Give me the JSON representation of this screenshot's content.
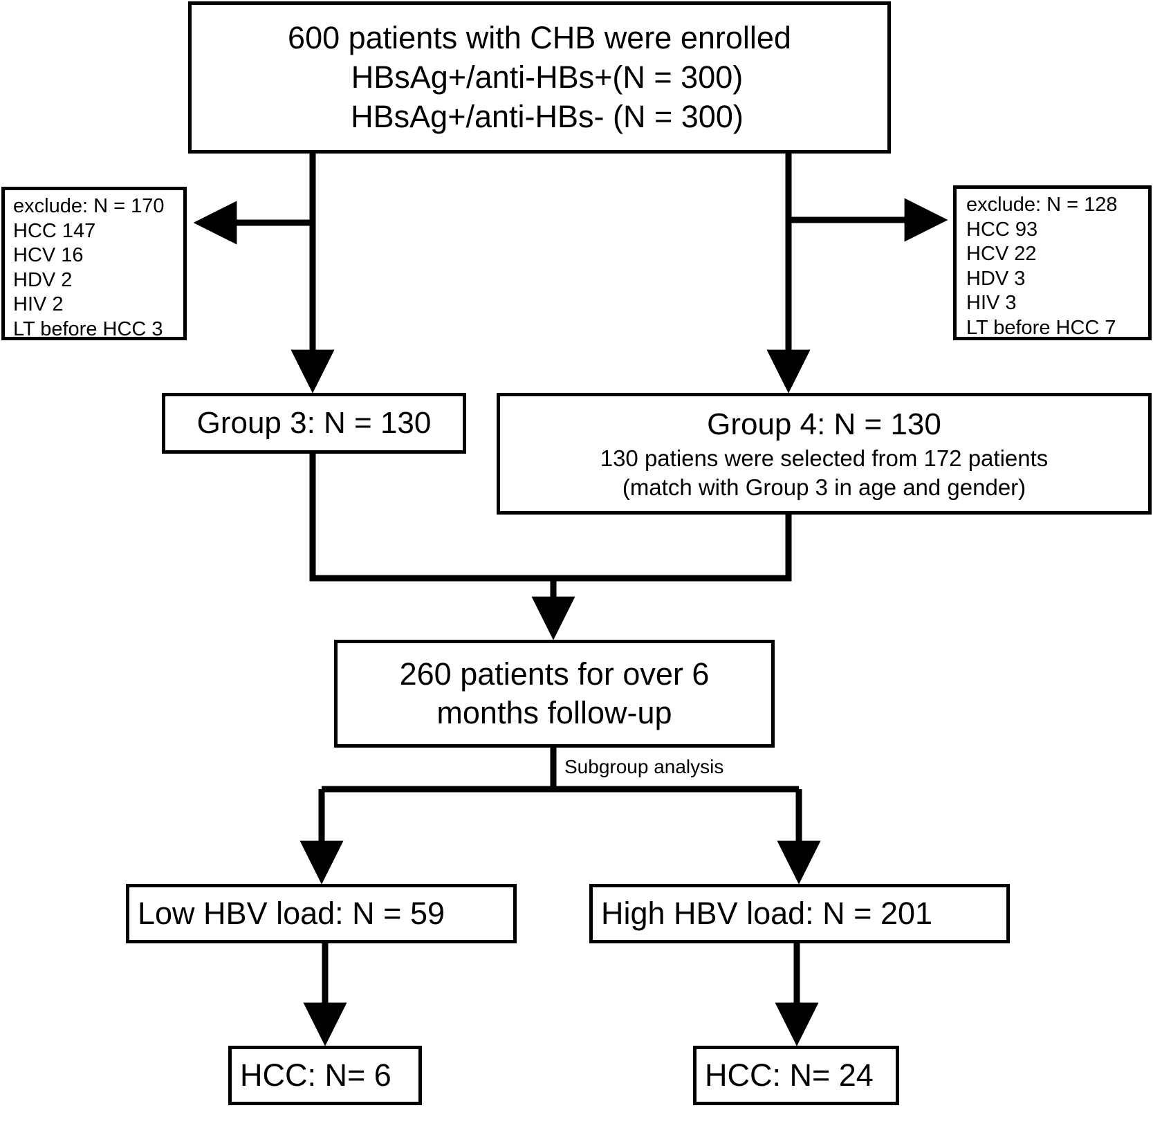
{
  "figure": {
    "type": "flowchart",
    "title": "CHB patient enrollment and subgroup analysis flow diagram"
  },
  "enrolled": {
    "line1": "600 patients with CHB were enrolled",
    "line2": "HBsAg+/anti-HBs+(N = 300)",
    "line3": "HBsAg+/anti-HBs- (N = 300)"
  },
  "exclude_left": {
    "line1": "exclude: N = 170",
    "line2": "HCC 147",
    "line3": "HCV 16",
    "line4": "HDV 2",
    "line5": "HIV 2",
    "line6": "LT before HCC 3"
  },
  "exclude_right": {
    "line1": "exclude: N = 128",
    "line2": "HCC 93",
    "line3": "HCV 22",
    "line4": "HDV 3",
    "line5": "HIV 3",
    "line6": "LT before HCC 7"
  },
  "group3": {
    "title": "Group 3: N = 130"
  },
  "group4": {
    "title": "Group 4: N = 130",
    "detail1": "130 patiens were selected from 172 patients",
    "detail2": "(match with Group 3 in age and gender)"
  },
  "followup": {
    "line1": "260 patients for over 6",
    "line2": "months follow-up"
  },
  "connector": {
    "subgroup_label": "Subgroup analysis"
  },
  "low_load": {
    "title": "Low HBV load: N = 59"
  },
  "high_load": {
    "title": "High HBV load: N = 201"
  },
  "hcc_low": {
    "title": "HCC: N= 6"
  },
  "hcc_high": {
    "title": "HCC: N= 24"
  },
  "style": {
    "stroke": "#000000",
    "background": "#ffffff"
  }
}
